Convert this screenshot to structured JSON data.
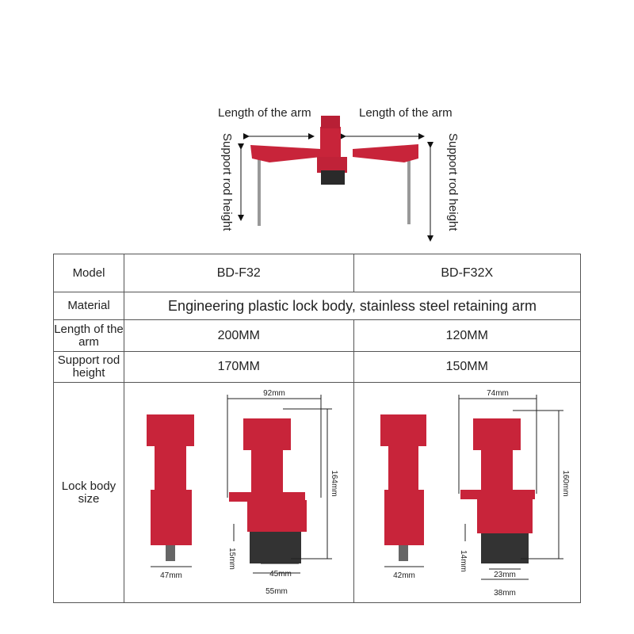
{
  "diagram": {
    "arm_label_left": "Length of the arm",
    "arm_label_right": "Length of the arm",
    "rod_label_left": "Support rod height",
    "rod_label_right": "Support rod height"
  },
  "table": {
    "rows": [
      {
        "label": "Model",
        "c1": "BD-F32",
        "c2": "BD-F32X"
      },
      {
        "label": "Material",
        "merged": "Engineering plastic lock body, stainless steel retaining arm"
      },
      {
        "label": "Length of the arm",
        "c1": "200MM",
        "c2": "120MM"
      },
      {
        "label": "Support rod height",
        "c1": "170MM",
        "c2": "150MM"
      },
      {
        "label": "Lock body size"
      }
    ],
    "dims_f32": {
      "width": "92mm",
      "height": "164mm",
      "side": "47mm",
      "gap": "15mm",
      "inner": "45mm",
      "base": "55mm"
    },
    "dims_f32x": {
      "width": "74mm",
      "height": "160mm",
      "side": "42mm",
      "gap": "14mm",
      "inner": "23mm",
      "base": "38mm"
    }
  },
  "colors": {
    "body": "#c8243a",
    "dark": "#2a2a2a",
    "steel": "#9a9a9a"
  }
}
